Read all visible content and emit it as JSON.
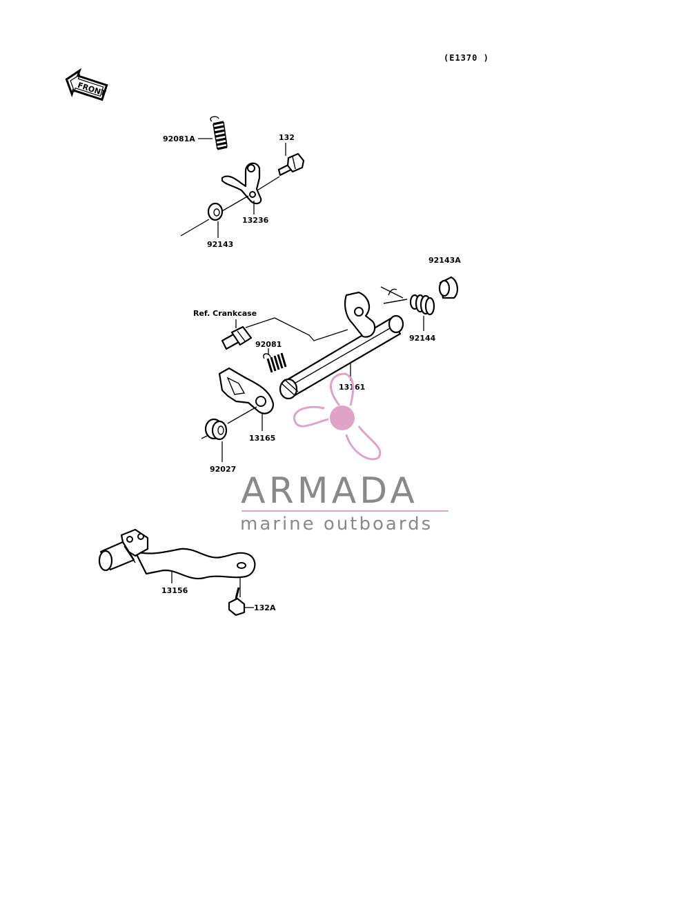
{
  "diagram_code": "(E1370 )",
  "front_label": "FRONT",
  "ref_label": "Ref. Crankcase",
  "parts": {
    "p92081A": "92081A",
    "p132": "132",
    "p13236": "13236",
    "p92143": "92143",
    "p92143A": "92143A",
    "p92144": "92144",
    "p92081": "92081",
    "p13161": "13161",
    "p13165": "13165",
    "p92027": "92027",
    "p13156": "13156",
    "p132A": "132A"
  },
  "watermark": {
    "brand": "ARMADA",
    "tagline": "marine outboards",
    "color_logo": "#dfa3c8",
    "color_text": "#898989"
  }
}
